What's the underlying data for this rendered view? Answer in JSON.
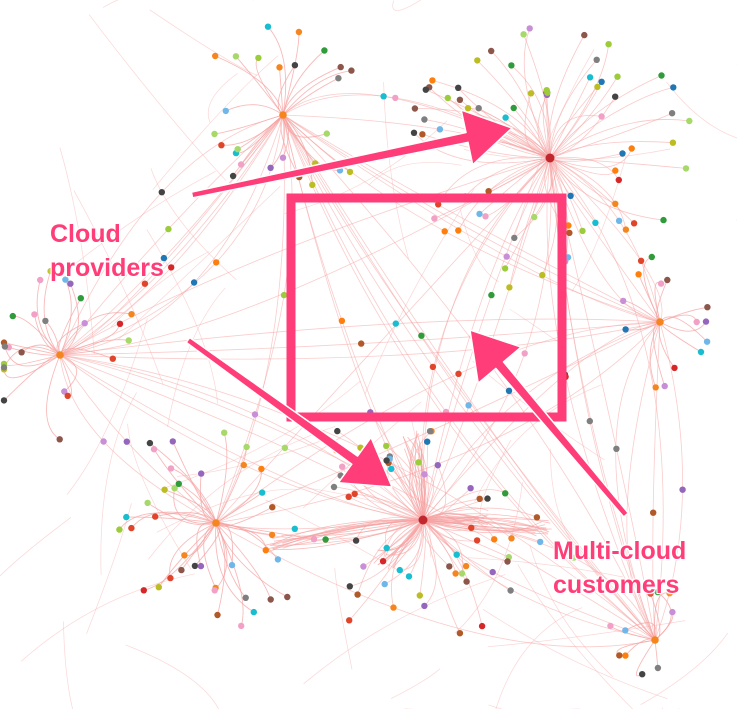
{
  "annotations": {
    "cloud_providers": {
      "line1": "Cloud",
      "line2": "providers"
    },
    "multi_cloud_customers": {
      "line1": "Multi-cloud",
      "line2": "customers"
    }
  },
  "colors": {
    "edge": "#f6a3a3",
    "accent": "#ff3d78",
    "provider_node": "#c1272d",
    "node_palette": [
      "#e0452b",
      "#f5861f",
      "#9ccb3b",
      "#2f9b3a",
      "#1f77b4",
      "#17becf",
      "#9467bd",
      "#c98fd6",
      "#8c564b",
      "#7f7f7f",
      "#bcbd22",
      "#d62728",
      "#ff7f0e",
      "#6fb7e8",
      "#f2a1c6",
      "#a6d96a",
      "#444444",
      "#b15928"
    ]
  },
  "icons": [
    "arrow-icon",
    "highlight-box-icon"
  ]
}
